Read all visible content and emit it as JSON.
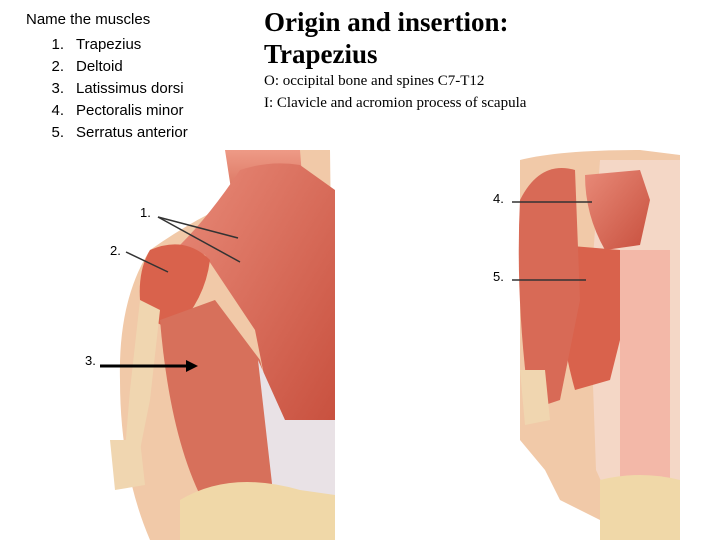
{
  "list_heading": "Name the muscles",
  "muscles": [
    {
      "number": "1.",
      "name": "Trapezius"
    },
    {
      "number": "2.",
      "name": "Deltoid"
    },
    {
      "number": "3.",
      "name": "Latissimus dorsi"
    },
    {
      "number": "4.",
      "name": "Pectoralis minor"
    },
    {
      "number": "5.",
      "name": "Serratus anterior"
    }
  ],
  "title_line1": "Origin and insertion:",
  "title_line2": "Trapezius",
  "origin": "O: occipital bone and spines C7-T12",
  "insertion": "I: Clavicle and acromion process of scapula",
  "markers": {
    "m1": "1.",
    "m2": "2.",
    "m3": "3.",
    "m4": "4.",
    "m5": "5."
  }
}
